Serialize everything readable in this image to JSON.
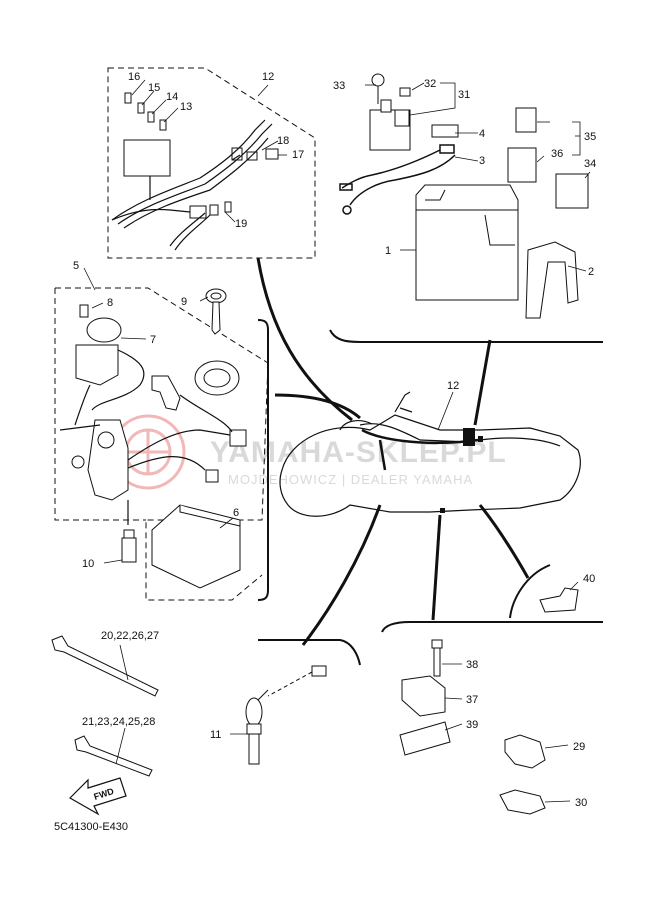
{
  "labels": {
    "n1": "1",
    "n2": "2",
    "n3": "3",
    "n4": "4",
    "n5": "5",
    "n6": "6",
    "n7": "7",
    "n8": "8",
    "n9": "9",
    "n10": "10",
    "n11": "11",
    "n12a": "12",
    "n12b": "12",
    "n13": "13",
    "n14": "14",
    "n15": "15",
    "n16": "16",
    "n17": "17",
    "n18": "18",
    "n19": "19",
    "n20": "20,22,26,27",
    "n21": "21,23,24,25,28",
    "n29": "29",
    "n30": "30",
    "n31": "31",
    "n32": "32",
    "n33": "33",
    "n34": "34",
    "n35": "35",
    "n36": "36",
    "n37": "37",
    "n38": "38",
    "n39": "39",
    "n40": "40"
  },
  "fwd_label": "FWD",
  "diagram_code": "5C41300-E430",
  "watermark": {
    "brand": "YAMAHA-SKLEP.PL",
    "tagline": "MOJDEHOWICZ | DEALER YAMAHA"
  },
  "colors": {
    "line": "#111111",
    "watermark": "#d9d9d9",
    "watermark_logo": "#f2b8b8"
  }
}
